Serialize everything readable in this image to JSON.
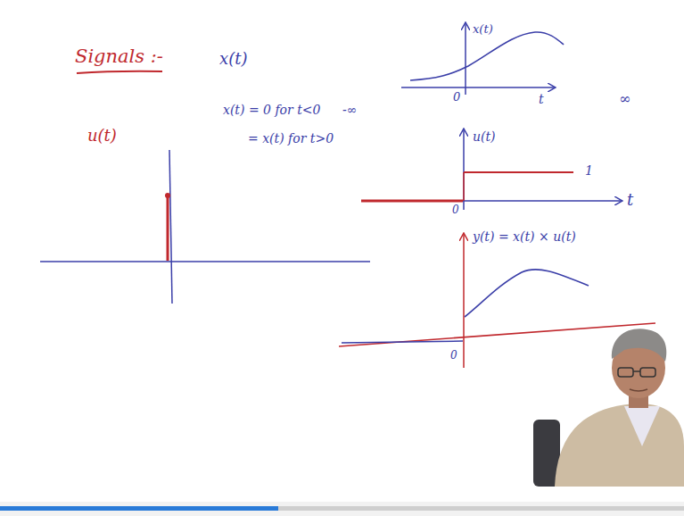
{
  "diagram": {
    "labels": [
      "Signals :-",
      "x(t)",
      "x(t)",
      "0",
      "t",
      "∞",
      "x(t) = 0 for t<0",
      "-∞",
      "= x(t) for t>0",
      "u(t)",
      "u(t)",
      "1",
      "t",
      "0",
      "y(t) = x(t) × u(t)",
      "0"
    ]
  }
}
